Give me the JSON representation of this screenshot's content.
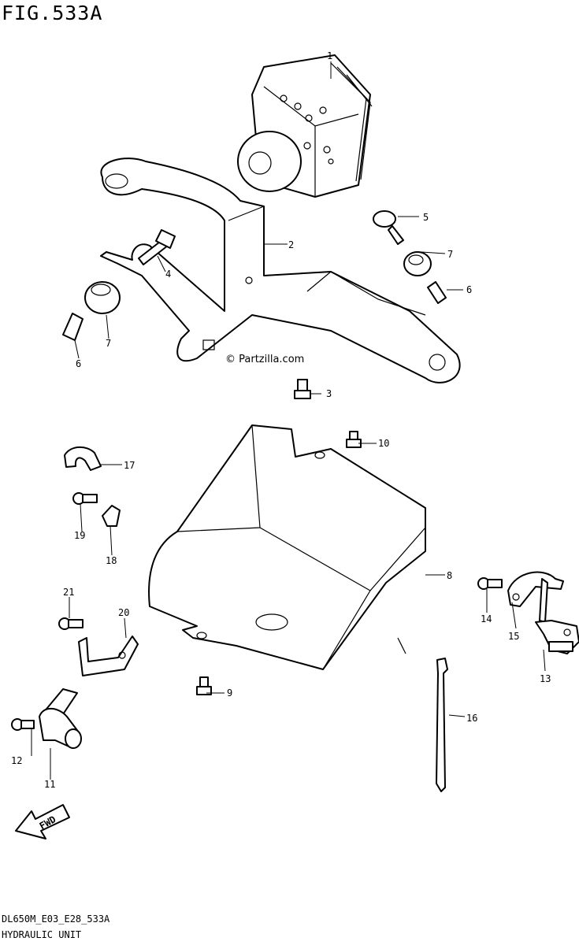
{
  "figure": {
    "title": "FIG.533A",
    "code": "DL650M_E03_E28_533A",
    "name": "HYDRAULIC UNIT"
  },
  "watermark": "© Partzilla.com",
  "fwd_label": "FWD",
  "callouts": [
    "1",
    "2",
    "3",
    "4",
    "5",
    "6",
    "6",
    "7",
    "7",
    "8",
    "9",
    "10",
    "11",
    "12",
    "13",
    "14",
    "15",
    "16",
    "17",
    "18",
    "19",
    "20",
    "21"
  ]
}
